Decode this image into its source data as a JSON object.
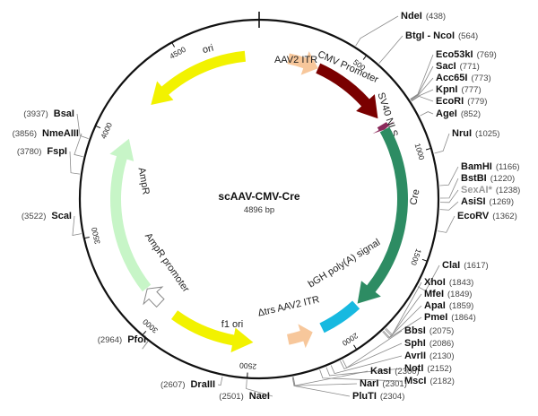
{
  "plasmid": {
    "name": "scAAV-CMV-Cre",
    "size_label": "4896 bp",
    "length": 4896
  },
  "ticks": [
    {
      "pos": 500,
      "label": "500"
    },
    {
      "pos": 1000,
      "label": "1000"
    },
    {
      "pos": 1500,
      "label": "1500"
    },
    {
      "pos": 2000,
      "label": "2000"
    },
    {
      "pos": 2500,
      "label": "2500"
    },
    {
      "pos": 3000,
      "label": "3000"
    },
    {
      "pos": 3500,
      "label": "3500"
    },
    {
      "pos": 4000,
      "label": "4000"
    },
    {
      "pos": 4500,
      "label": "4500"
    }
  ],
  "features": [
    {
      "name": "ori",
      "label": "ori",
      "start": 4230,
      "end": 4820,
      "color": "#f2f200",
      "direction": "reverse"
    },
    {
      "name": "aav2-itr-left",
      "label": "AAV2 ITR",
      "start": 160,
      "end": 330,
      "color": "#f7c79b",
      "direction": "forward"
    },
    {
      "name": "cmv-promoter",
      "label": "CMV Promoter",
      "start": 330,
      "end": 760,
      "color": "#7a0000",
      "direction": "forward"
    },
    {
      "name": "sv40-nls",
      "label": "SV40 NLS",
      "start": 800,
      "end": 830,
      "color": "#8b2a5b",
      "direction": "forward"
    },
    {
      "name": "cre",
      "label": "Cre",
      "start": 830,
      "end": 1860,
      "color": "#2d8c63",
      "direction": "forward"
    },
    {
      "name": "bgh-polya",
      "label": "bGH poly(A) signal",
      "start": 1870,
      "end": 2095,
      "color": "#17b9e0",
      "direction": "none"
    },
    {
      "name": "aav2-itr-trs",
      "label": "Δtrs AAV2 ITR",
      "start": 2150,
      "end": 2290,
      "color": "#f7c79b",
      "direction": "reverse"
    },
    {
      "name": "f1-ori",
      "label": "f1 ori",
      "start": 2480,
      "end": 2940,
      "color": "#f2f200",
      "direction": "reverse"
    },
    {
      "name": "ampr-promoter",
      "label": "AmpR promoter",
      "start": 3040,
      "end": 3145,
      "color": "#ffffff",
      "direction": "forward"
    },
    {
      "name": "ampr",
      "label": "AmpR",
      "start": 3150,
      "end": 4010,
      "color": "#c7f5c7",
      "direction": "forward"
    }
  ],
  "sites": [
    {
      "name": "NdeI",
      "pos": 438
    },
    {
      "name": "BtgI - NcoI",
      "pos": 564
    },
    {
      "name": "Eco53kI",
      "pos": 769
    },
    {
      "name": "SacI",
      "pos": 771
    },
    {
      "name": "Acc65I",
      "pos": 773
    },
    {
      "name": "KpnI",
      "pos": 777
    },
    {
      "name": "EcoRI",
      "pos": 779
    },
    {
      "name": "AgeI",
      "pos": 852
    },
    {
      "name": "NruI",
      "pos": 1025
    },
    {
      "name": "BamHI",
      "pos": 1166
    },
    {
      "name": "BstBI",
      "pos": 1220
    },
    {
      "name": "SexAI*",
      "pos": 1238,
      "gray": true
    },
    {
      "name": "AsiSI",
      "pos": 1269
    },
    {
      "name": "EcoRV",
      "pos": 1362
    },
    {
      "name": "ClaI",
      "pos": 1617
    },
    {
      "name": "XhoI",
      "pos": 1843
    },
    {
      "name": "MfeI",
      "pos": 1849
    },
    {
      "name": "ApaI",
      "pos": 1859
    },
    {
      "name": "PmeI",
      "pos": 1864
    },
    {
      "name": "BbsI",
      "pos": 2075
    },
    {
      "name": "SphI",
      "pos": 2086
    },
    {
      "name": "AvrII",
      "pos": 2130
    },
    {
      "name": "NotI",
      "pos": 2152
    },
    {
      "name": "MscI",
      "pos": 2182
    },
    {
      "name": "KasI",
      "pos": 2300
    },
    {
      "name": "NarI",
      "pos": 2301
    },
    {
      "name": "PluTI",
      "pos": 2304
    },
    {
      "name": "NaeI",
      "pos": 2501
    },
    {
      "name": "DraIII",
      "pos": 2607
    },
    {
      "name": "PfoI",
      "pos": 2964
    },
    {
      "name": "ScaI",
      "pos": 3522
    },
    {
      "name": "FspI",
      "pos": 3780
    },
    {
      "name": "NmeAIII",
      "pos": 3856
    },
    {
      "name": "BsaI",
      "pos": 3937
    }
  ]
}
